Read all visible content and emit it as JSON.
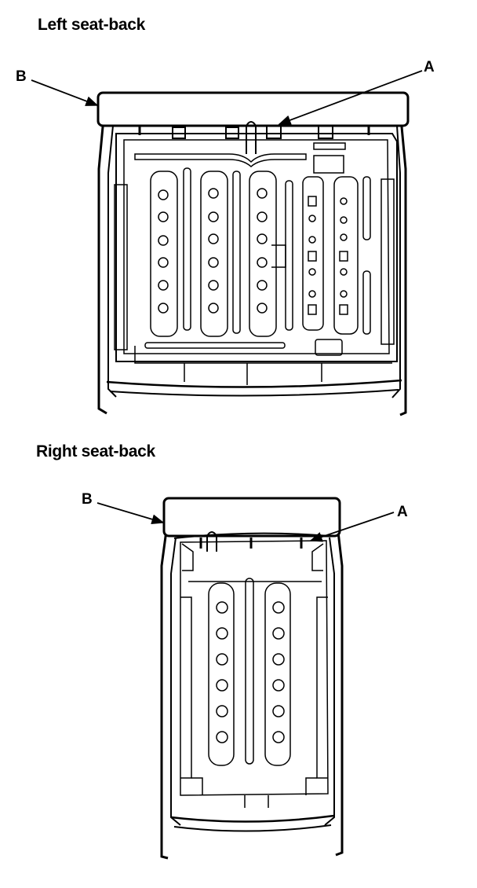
{
  "figures": {
    "left": {
      "title": "Left seat-back",
      "callouts": {
        "a": "A",
        "b": "B"
      }
    },
    "right": {
      "title": "Right seat-back",
      "callouts": {
        "a": "A",
        "b": "B"
      }
    }
  },
  "colors": {
    "ink": "#000000",
    "paper": "#ffffff"
  }
}
